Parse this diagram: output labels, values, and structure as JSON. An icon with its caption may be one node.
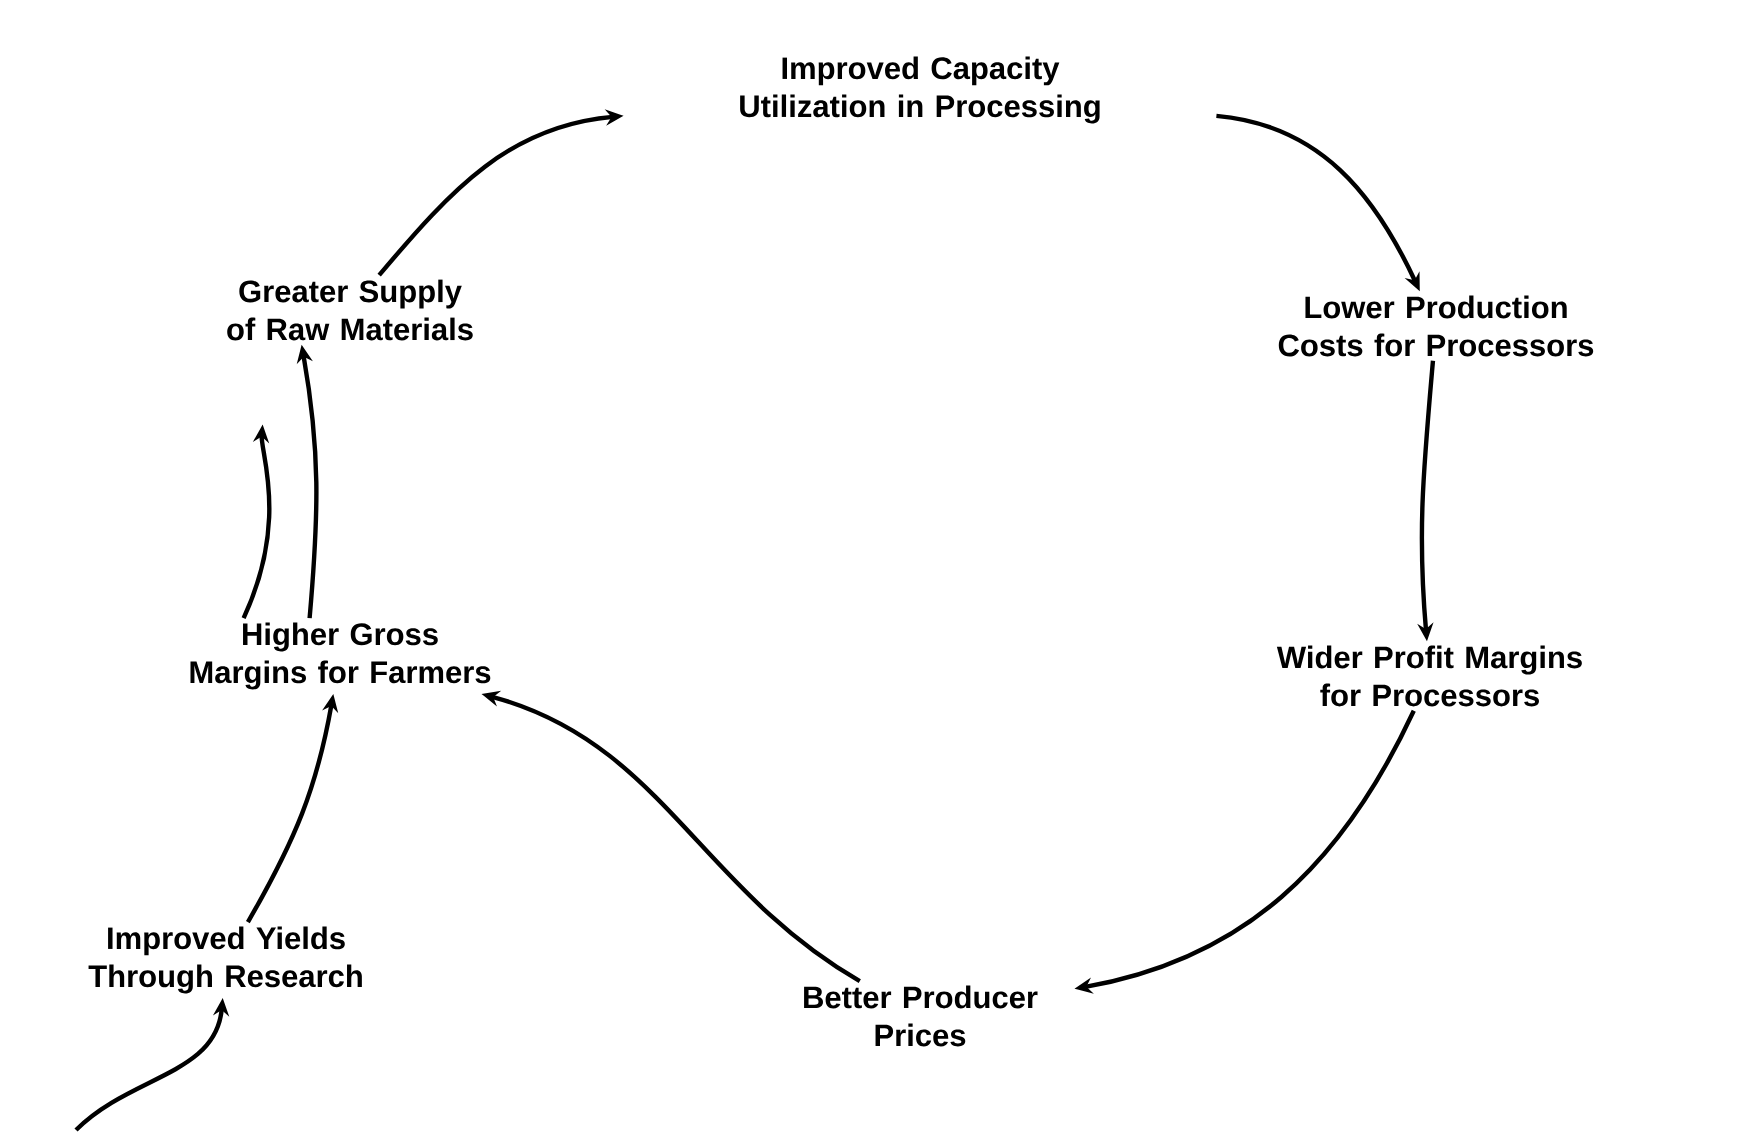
{
  "diagram": {
    "nodes": [
      {
        "text": [
          "Improved Capacity Utilization in Processing"
        ]
      },
      {
        "text": [
          "Greater Supply of Raw Materials"
        ]
      },
      {
        "text": [
          "Lower Production Costs for Processors"
        ]
      },
      {
        "text": [
          "Higher Gross Margins for Farmers"
        ]
      },
      {
        "text": [
          "Wider Profit Margins for Processors"
        ]
      },
      {
        "text": [
          "Improved Yields Through Research"
        ]
      },
      {
        "text": [
          "Better Producer Prices"
        ]
      }
    ],
    "edges": [
      {
        "from": 1,
        "to": 0,
        "arrow": "to"
      },
      {
        "from": 0,
        "to": 2,
        "arrow": "to"
      },
      {
        "from": 2,
        "to": 4,
        "arrow": "to"
      },
      {
        "from": 4,
        "to": 6,
        "arrow": "to"
      },
      {
        "from": 6,
        "to": 3,
        "arrow": "to"
      },
      {
        "from": 3,
        "to": 1,
        "arrow": "to"
      },
      {
        "from": 3,
        "to": 1,
        "arrow": "to"
      },
      {
        "from": 5,
        "to": 3,
        "arrow": "to"
      },
      {
        "from": null,
        "to": 5,
        "arrow": "to"
      }
    ]
  }
}
